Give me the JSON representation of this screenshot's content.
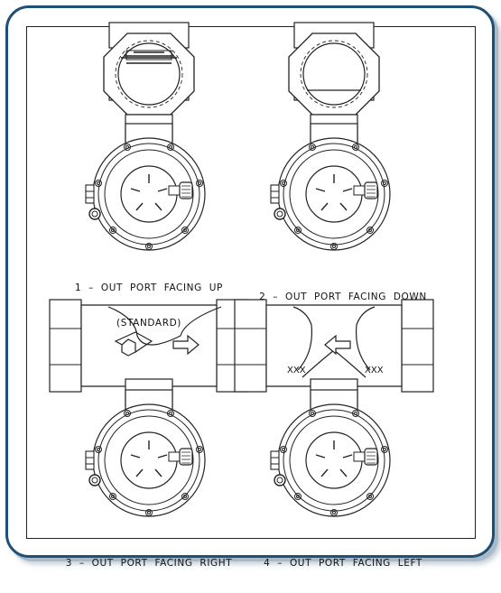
{
  "figures": [
    {
      "caption_line1": "1  –  OUT  PORT  FACING  UP",
      "caption_line2": "(STANDARD)"
    },
    {
      "caption_line1": "2  –  OUT  PORT  FACING  DOWN"
    },
    {
      "caption_line1": "3  –  OUT  PORT  FACING  RIGHT"
    },
    {
      "caption_line1": "4  –  OUT  PORT  FACING  LEFT"
    }
  ],
  "labels": {
    "xxx_left": "XXX",
    "xxx_right": "XXX"
  },
  "colors": {
    "frame_border": "#1e4f74",
    "line": "#222222"
  }
}
